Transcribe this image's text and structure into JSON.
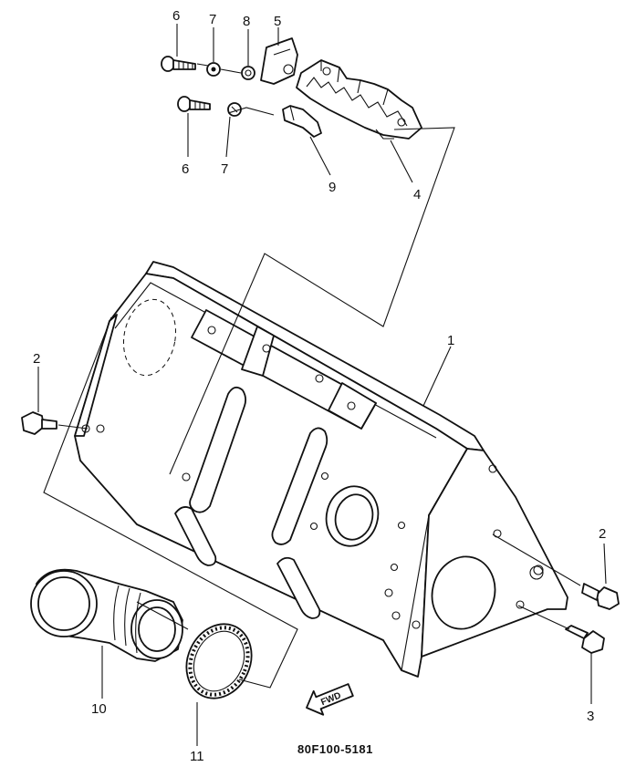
{
  "callouts": {
    "p1": "1",
    "p2_left": "2",
    "p2_right": "2",
    "p3": "3",
    "p4": "4",
    "p5": "5",
    "p6_top": "6",
    "p6_bottom": "6",
    "p7_top": "7",
    "p7_bottom": "7",
    "p8": "8",
    "p9": "9",
    "p10": "10",
    "p11": "11"
  },
  "fwd_label": "FWD",
  "drawing_code": "80F100-5181",
  "icons": {
    "fwd_arrow": "forward-arrow-icon"
  },
  "colors": {
    "ink": "#111111",
    "paper": "#ffffff"
  }
}
